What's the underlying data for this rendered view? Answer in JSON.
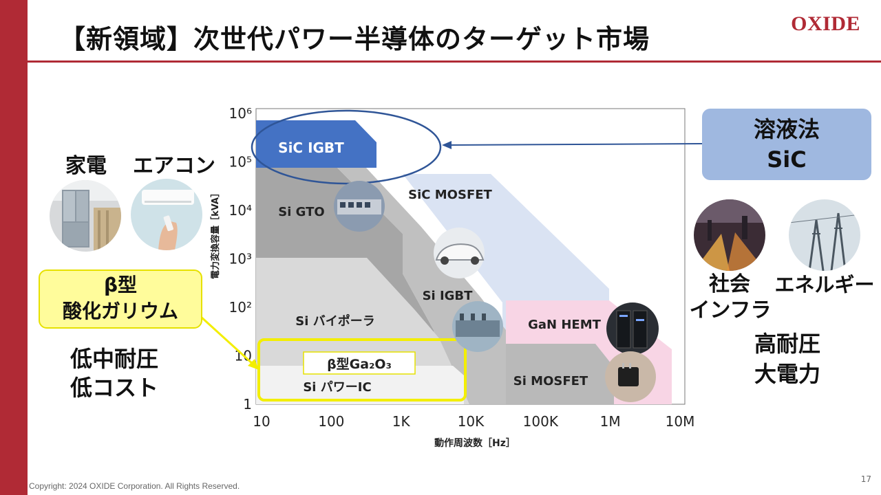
{
  "slide": {
    "title": "【新領域】次世代パワー半導体のターゲット市場",
    "logo": "OXIDE",
    "footer": "Copyright: 2024 OXIDE Corporation. All Rights Reserved.",
    "page_number": "17"
  },
  "left_labels": {
    "kaden": "家電",
    "aircon": "エアコン",
    "low_line1": "低中耐圧",
    "low_line2": "低コスト"
  },
  "right_labels": {
    "shakai": "社会",
    "energy": "エネルギー",
    "infra": "インフラ",
    "high_line1": "高耐圧",
    "high_line2": "大電力"
  },
  "callouts": {
    "sic_line1": "溶液法",
    "sic_line2": "SiC",
    "ga_line1": "β型",
    "ga_line2": "酸化ガリウム"
  },
  "chart_data": {
    "type": "area",
    "xlabel": "動作周波数［Hz］",
    "ylabel": "電力変換容量［kVA］",
    "x_ticks": [
      "10",
      "100",
      "1K",
      "10K",
      "100K",
      "1M",
      "10M"
    ],
    "y_ticks": [
      "1",
      "10",
      "10²",
      "10³",
      "10⁴",
      "10⁵",
      "10⁶"
    ],
    "x_scale": "log",
    "y_scale": "log",
    "xlim": [
      10,
      10000000
    ],
    "ylim": [
      1,
      1000000
    ],
    "regions": [
      {
        "name": "SiC IGBT",
        "color": "#4472c4"
      },
      {
        "name": "SiC MOSFET",
        "color": "#dae3f3"
      },
      {
        "name": "Si GTO",
        "color": "#a6a6a6"
      },
      {
        "name": "Si IGBT",
        "color": "#c9c9c9"
      },
      {
        "name": "Si バイポーラ",
        "color": "#d9d9d9"
      },
      {
        "name": "Si パワーIC",
        "color": "#f2f2f2"
      },
      {
        "name": "GaN HEMT",
        "color": "#f8d5e5"
      },
      {
        "name": "Si MOSFET",
        "color": "#b9b9b9"
      }
    ],
    "highlight_label": "β型Ga₂O₃"
  }
}
